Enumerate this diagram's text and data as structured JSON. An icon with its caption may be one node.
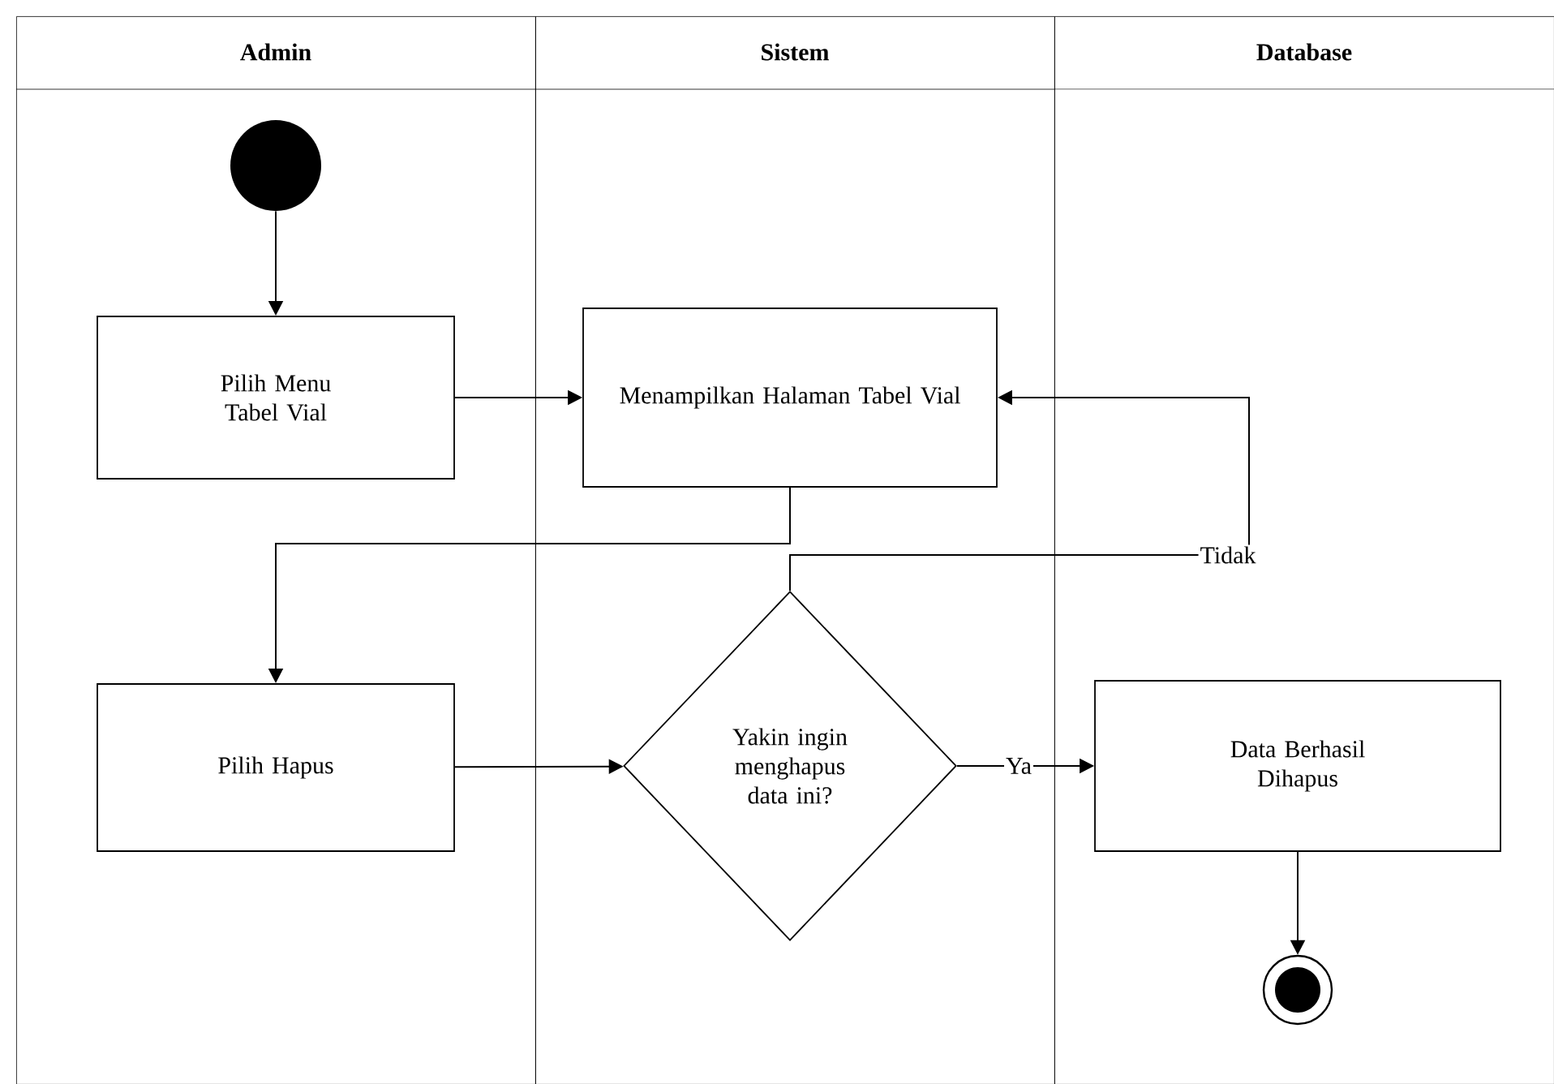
{
  "diagram": {
    "nodes": [
      {
        "text": [
          "Admin"
        ]
      },
      {
        "text": [
          "Sistem"
        ]
      },
      {
        "text": [
          "Database"
        ]
      },
      {
        "text": [],
        "shape": "circle",
        "in": 0
      },
      {
        "text": [
          "Pilih Menu Tabel Vial"
        ],
        "in": 0
      },
      {
        "text": [
          "Menampilkan Halaman Tabel Vial"
        ],
        "in": 1
      },
      {
        "text": [
          "Pilih Hapus"
        ],
        "in": 0
      },
      {
        "text": [
          "Yakin ingin menghapus data ini?"
        ],
        "in": 1
      },
      {
        "text": [
          "Data Berhasil Dihapus"
        ],
        "in": 2
      },
      {
        "text": [],
        "shape": "circle",
        "in": 2
      }
    ],
    "edges": [
      {
        "from": 3,
        "to": 4,
        "arrow": "to"
      },
      {
        "from": 4,
        "to": 5,
        "arrow": "to"
      },
      {
        "from": 5,
        "to": 6,
        "arrow": "to"
      },
      {
        "from": 6,
        "to": 7,
        "arrow": "to"
      },
      {
        "from": 7,
        "to": 5,
        "arrow": "to",
        "label": "Tidak"
      },
      {
        "from": 7,
        "to": 8,
        "arrow": "to",
        "label": "Ya"
      },
      {
        "from": 8,
        "to": 9,
        "arrow": "to"
      }
    ]
  }
}
